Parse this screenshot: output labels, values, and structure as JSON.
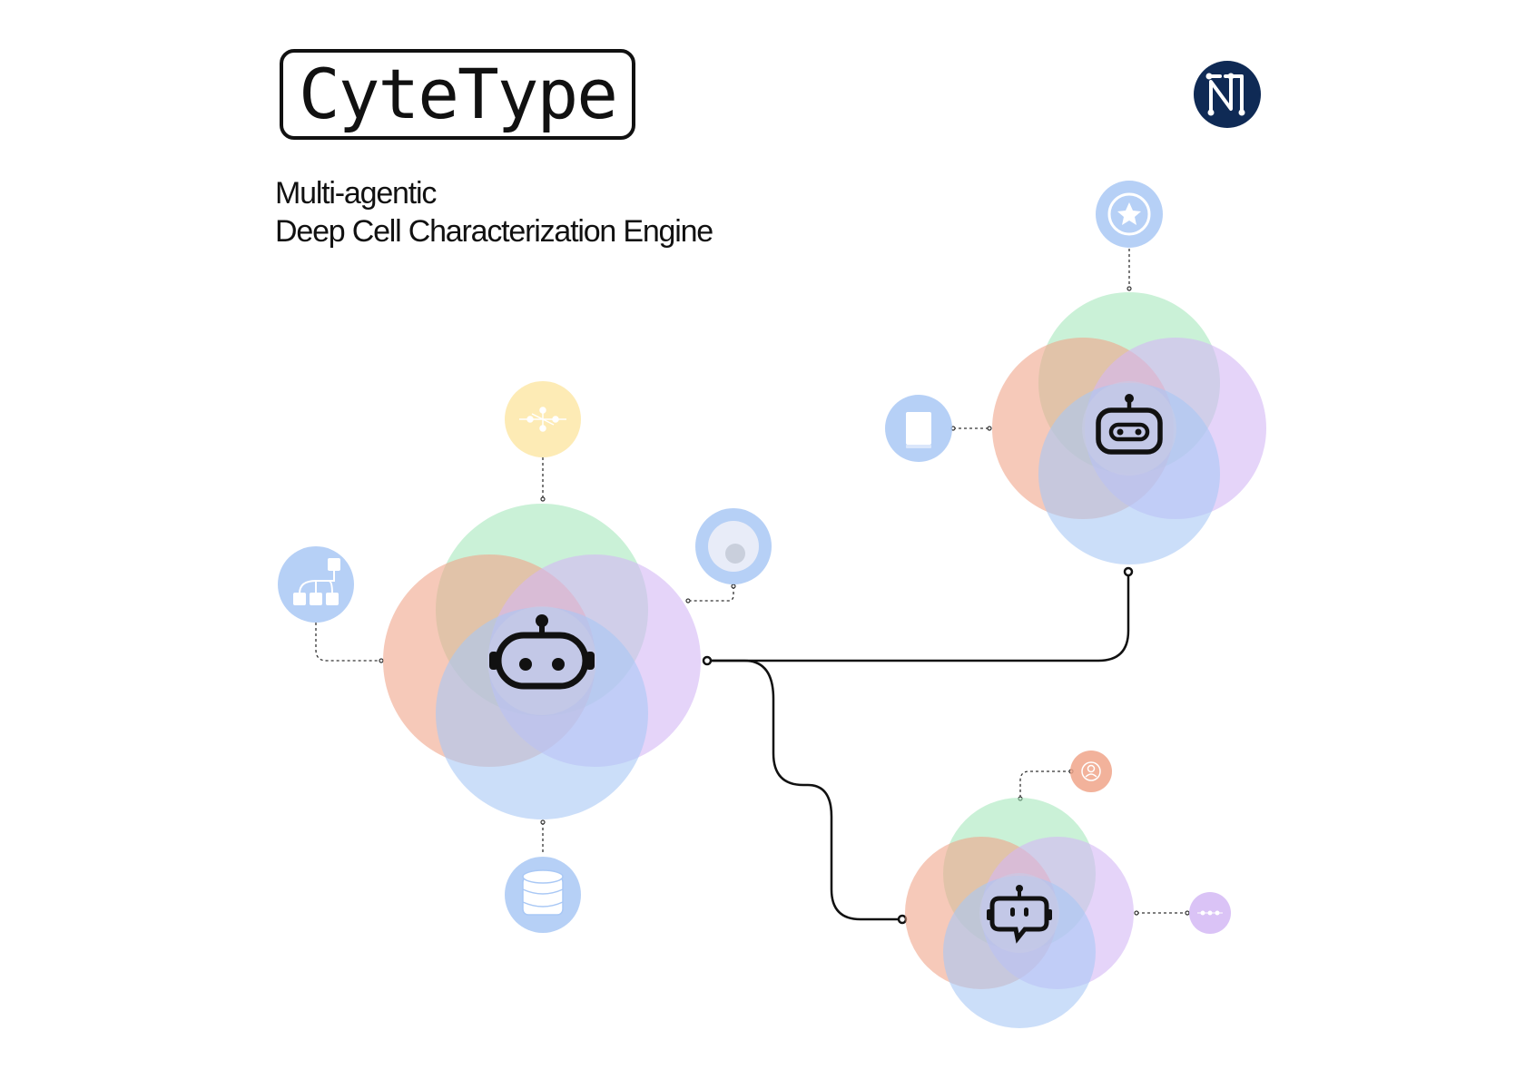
{
  "header": {
    "title": "CyteType",
    "subtitle_line1": "Multi-agentic",
    "subtitle_line2": "Deep Cell Characterization Engine"
  },
  "logo": {
    "icon": "n-network-logo-icon",
    "color": "#0f2a55"
  },
  "colors": {
    "green": "#9fe6b6",
    "orange": "#f0a58a",
    "purple": "#d4b8f5",
    "blue": "#a9c8f5",
    "connector": "#111111"
  },
  "agents": [
    {
      "name": "main-agent",
      "icon": "robot-icon"
    },
    {
      "name": "upper-right-agent",
      "icon": "robot-icon"
    },
    {
      "name": "lower-right-agent",
      "icon": "chat-robot-icon"
    }
  ],
  "satellites": [
    {
      "name": "hierarchy-tool",
      "icon": "hierarchy-icon"
    },
    {
      "name": "network-tool",
      "icon": "network-nodes-icon"
    },
    {
      "name": "cell-tool",
      "icon": "cell-icon"
    },
    {
      "name": "database-tool",
      "icon": "database-icon"
    },
    {
      "name": "star-tool",
      "icon": "star-badge-icon"
    },
    {
      "name": "book-tool",
      "icon": "book-icon"
    },
    {
      "name": "user-tool",
      "icon": "user-icon"
    },
    {
      "name": "dots-tool",
      "icon": "more-dots-icon"
    }
  ]
}
